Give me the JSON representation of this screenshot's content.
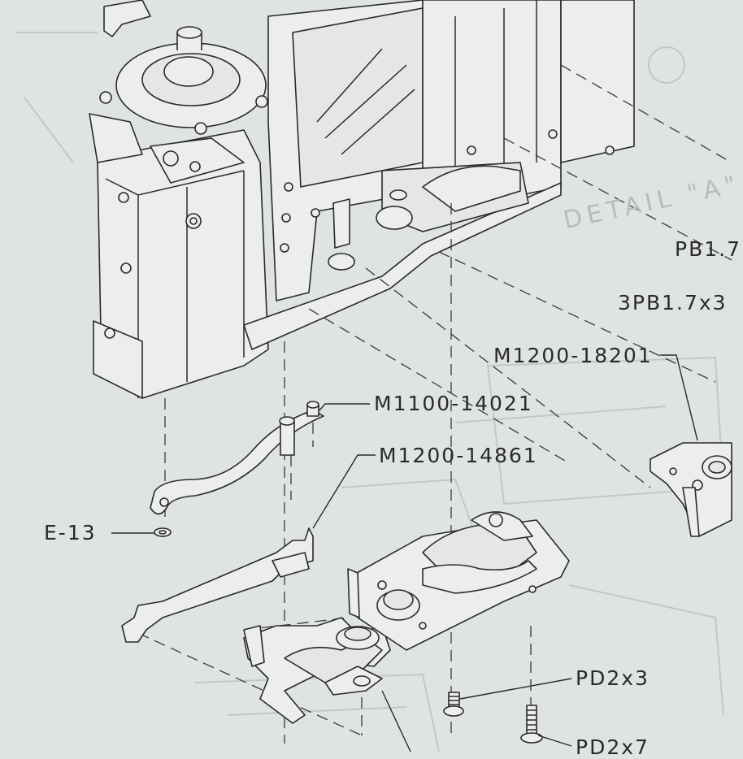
{
  "labels": {
    "m1100_14021": "M1100-14021",
    "m1200_14861": "M1200-14861",
    "m1200_18201": "M1200-18201",
    "e_13": "E-13",
    "pd2x3": "PD2x3",
    "pd2x7": "PD2x7",
    "pb17": "PB1.7",
    "pb17x3": "3PB1.7x3",
    "detail_a": "DETAIL \"A\""
  }
}
